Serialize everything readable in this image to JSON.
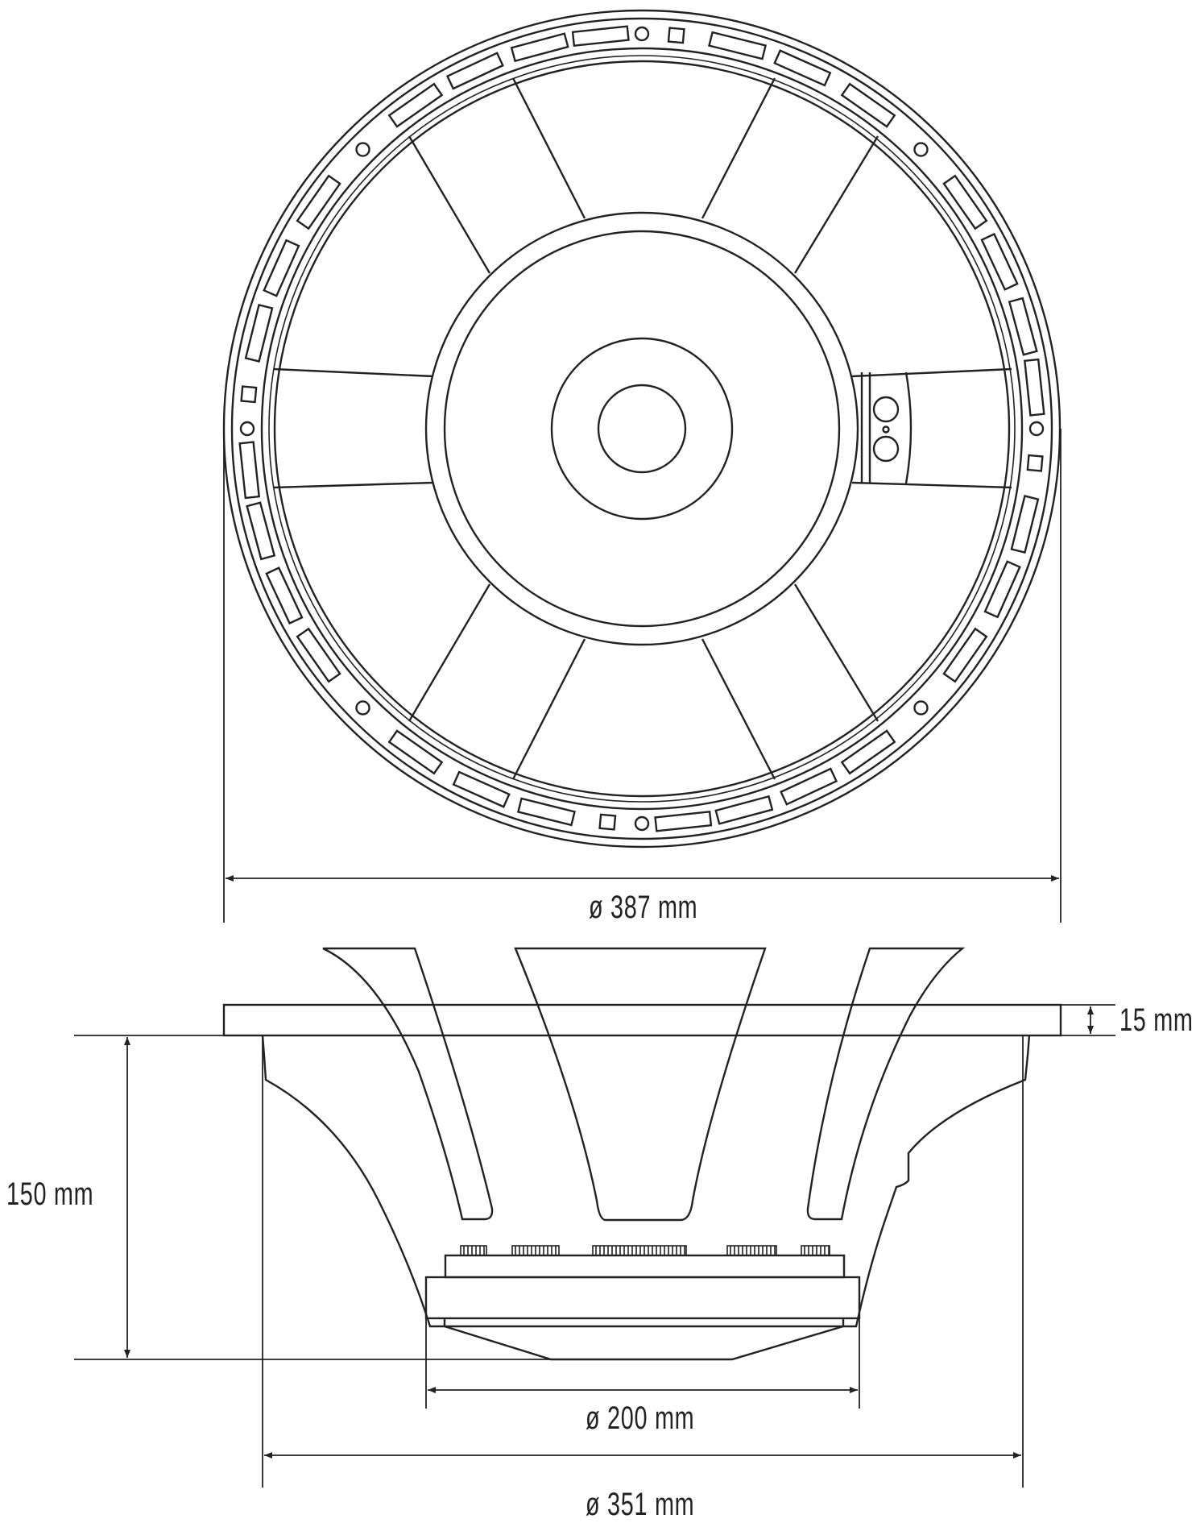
{
  "drawing": {
    "title": "Loudspeaker driver dimension drawing",
    "views": [
      "front view",
      "side view"
    ],
    "stroke_color": "#222222",
    "background_color": "#ffffff"
  },
  "dimensions": {
    "outer_diameter": "ø 387 mm",
    "flange_thickness": "15 mm",
    "depth": "150 mm",
    "magnet_diameter": "ø 200 mm",
    "cutout_diameter": "ø 351 mm"
  }
}
